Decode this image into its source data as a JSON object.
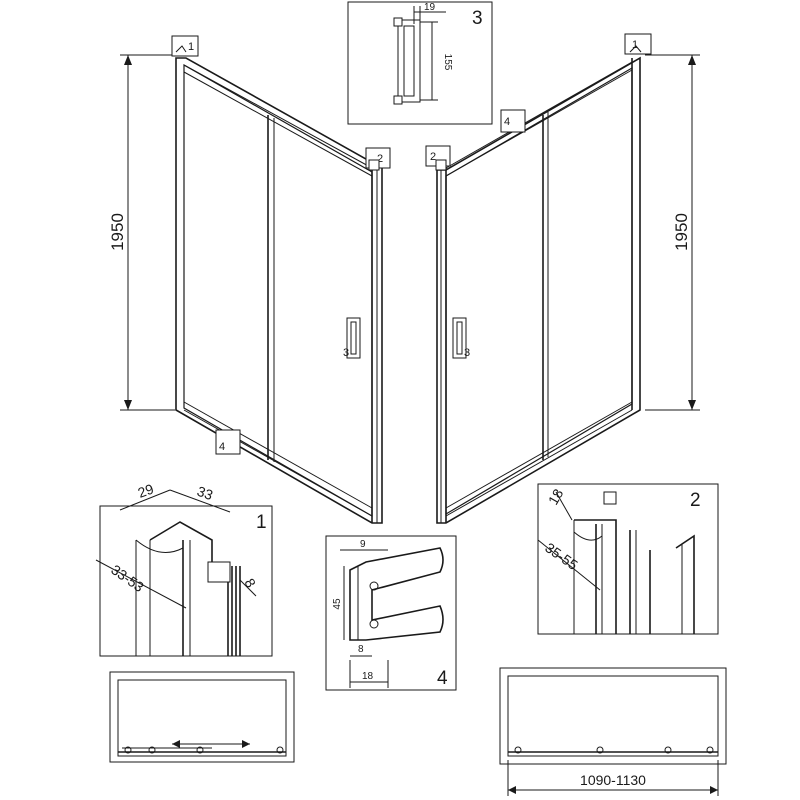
{
  "callouts": {
    "one": "1",
    "two": "2",
    "three": "3",
    "four": "4"
  },
  "dimensions": {
    "height_left": "1950",
    "height_right": "1950",
    "detail1_a": "29",
    "detail1_b": "33",
    "detail1_range": "33-53",
    "detail1_c": "8",
    "detail2_a": "18",
    "detail2_range": "35-55",
    "detail3_a": "19",
    "detail3_b": "155",
    "detail4_a": "9",
    "detail4_b": "45",
    "detail4_c": "8",
    "detail4_d": "18",
    "width_range": "1090-1130"
  },
  "colors": {
    "line": "#1a1a1a",
    "background": "#ffffff"
  }
}
